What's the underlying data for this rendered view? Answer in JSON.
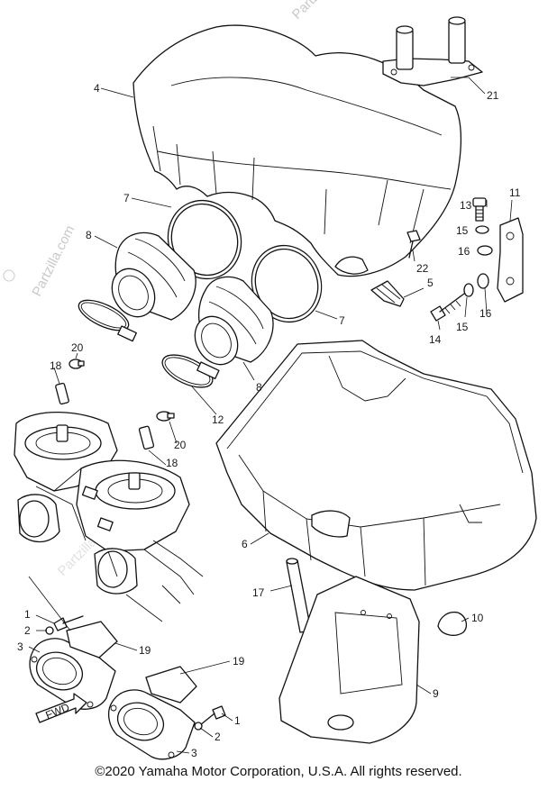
{
  "watermark": {
    "text": "Partzilla.com",
    "symbol": "©"
  },
  "copyright": "©2020 Yamaha Motor Corporation, U.S.A. All rights reserved.",
  "fwd_label": "FWD",
  "callouts": [
    "4",
    "21",
    "7",
    "8",
    "13",
    "11",
    "15",
    "16",
    "22",
    "5",
    "14",
    "15",
    "16",
    "7",
    "8",
    "12",
    "20",
    "18",
    "20",
    "18",
    "6",
    "17",
    "10",
    "9",
    "1",
    "2",
    "3",
    "19",
    "19",
    "1",
    "2",
    "3"
  ]
}
